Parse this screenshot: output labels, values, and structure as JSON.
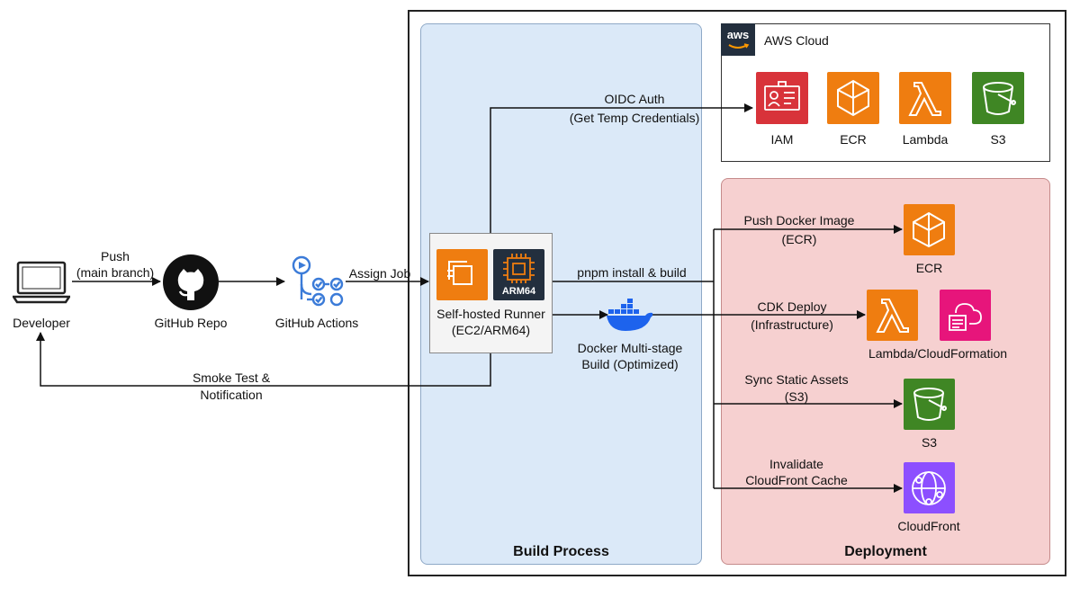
{
  "nodes": {
    "developer": "Developer",
    "github_repo": "GitHub Repo",
    "github_actions": "GitHub Actions",
    "runner_line1": "Self-hosted Runner",
    "runner_line2": "(EC2/ARM64)",
    "runner_chip": "ARM64",
    "docker_line1": "Docker Multi-stage",
    "docker_line2": "Build (Optimized)"
  },
  "edges": {
    "push_line1": "Push",
    "push_line2": "(main branch)",
    "assign_job": "Assign Job",
    "oidc_line1": "OIDC Auth",
    "oidc_line2": "(Get Temp Credentials)",
    "pnpm": "pnpm install & build",
    "smoke_line1": "Smoke Test &",
    "smoke_line2": "Notification",
    "push_docker_line1": "Push Docker Image",
    "push_docker_line2": "(ECR)",
    "cdk_line1": "CDK Deploy",
    "cdk_line2": "(Infrastructure)",
    "sync_line1": "Sync Static Assets",
    "sync_line2": "(S3)",
    "invalidate_line1": "Invalidate",
    "invalidate_line2": "CloudFront Cache"
  },
  "groups": {
    "build_process": "Build Process",
    "deployment": "Deployment",
    "aws_cloud": "AWS Cloud",
    "aws_logo": "aws"
  },
  "aws_services": {
    "iam": "IAM",
    "ecr": "ECR",
    "lambda": "Lambda",
    "s3": "S3"
  },
  "deploy_targets": {
    "ecr": "ECR",
    "lambda_cf": "Lambda/CloudFormation",
    "s3": "S3",
    "cloudfront": "CloudFront"
  },
  "colors": {
    "iam": "#d8333a",
    "compute": "#ef7d10",
    "storage": "#3f8624",
    "management": "#e7157b",
    "networking": "#8c4fff",
    "docker": "#1d63ed",
    "build_bg": "#dbe9f8",
    "deploy_bg": "#f6d0d0"
  }
}
